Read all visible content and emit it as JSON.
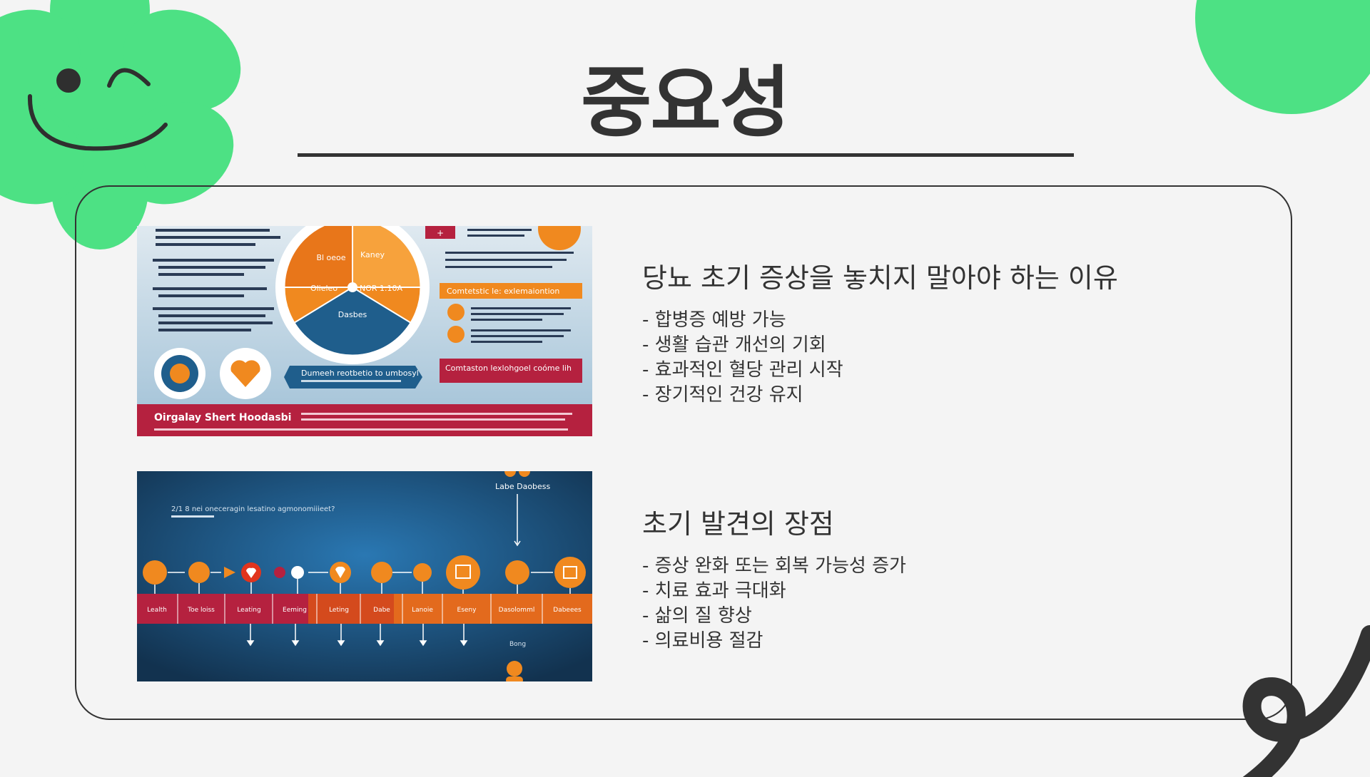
{
  "title": "중요성",
  "sections": [
    {
      "heading": "당뇨 초기 증상을 놓치지 말아야 하는 이유",
      "bullets": [
        "- 합병증 예방 가능",
        "- 생활 습관 개선의 기회",
        "- 효과적인 혈당 관리 시작",
        "- 장기적인 건강 유지"
      ]
    },
    {
      "heading": "초기 발견의 장점",
      "bullets": [
        "- 증상 완화 또는 회복 가능성 증가",
        "- 치료 효과 극대화",
        "- 삶의 질 향상",
        "- 의료비용 절감"
      ]
    }
  ],
  "images": {
    "top": {
      "banner_text": "Oirgalay Shert Hoodasbi",
      "box_text": "Dumeeh reotbetio to umbosyl",
      "callout": "Comtaston lexlohgoel coóme lih",
      "tag": "Comtetstic le: exlemaiontion",
      "pie_labels": [
        "Bl oeoe",
        "Kaney",
        "Olieleo",
        "NOR 1.10A",
        "Dasbes"
      ]
    },
    "bottom": {
      "top_label": "Labe Daobess",
      "caption": "2/1 8 nei oneceragin lesatino agmonomiiieet?",
      "bottom_label": "Bong",
      "timeline_labels": [
        "Lealth",
        "Toe loiss",
        "Leating",
        "Eeming",
        "Leting",
        "Dabe",
        "Lanoie",
        "Eseny",
        "Dasolomml",
        "Dabeees"
      ]
    }
  },
  "colors": {
    "accent_green": "#4de184",
    "ink": "#333333",
    "background": "#f4f4f4",
    "infographic_orange": "#f0891f",
    "infographic_blue": "#1f5e8c",
    "infographic_red": "#b5213f"
  }
}
